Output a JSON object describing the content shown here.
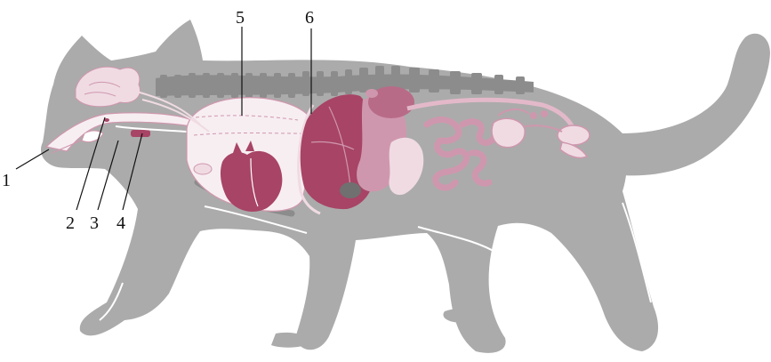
{
  "labels": {
    "l1": "1",
    "l2": "2",
    "l3": "3",
    "l4": "4",
    "l5": "5",
    "l6": "6"
  },
  "colors": {
    "body": "#ababab",
    "body_dark": "#959595",
    "spine": "#8c8c8c",
    "organ_dark": "#a84466",
    "organ_mid": "#cf97ad",
    "organ_light": "#f0dbe3",
    "organ_pale": "#f7eef2",
    "line": "#111111"
  }
}
